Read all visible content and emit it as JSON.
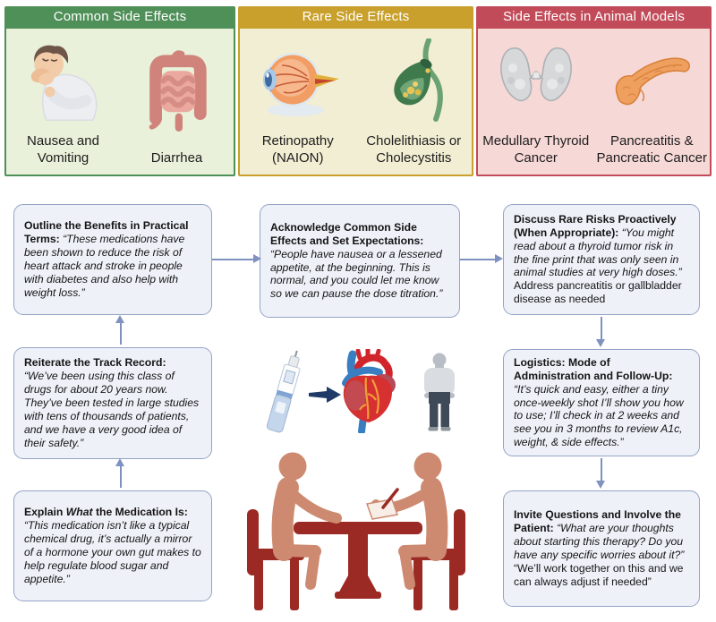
{
  "palette": {
    "common-header": "#4f8f58",
    "common-body": "#e9f1da",
    "rare-header": "#c8a02b",
    "rare-body": "#f2eed3",
    "animal-header": "#c24b59",
    "animal-body": "#f6d8d6",
    "flow-bg": "#eef1f8",
    "flow-border": "#94a3c6",
    "arrow": "#7e91bf",
    "figure-skin": "#cd8a71",
    "furniture-red": "#9b2a24",
    "illo-navy": "#1f3a68"
  },
  "panels": [
    {
      "title": "Common Side Effects",
      "items": [
        {
          "icon": "nausea-icon",
          "label": "Nausea and Vomiting"
        },
        {
          "icon": "intestine-icon",
          "label": "Diarrhea"
        }
      ]
    },
    {
      "title": "Rare Side Effects",
      "items": [
        {
          "icon": "eye-icon",
          "label": "Retinopathy (NAION)"
        },
        {
          "icon": "gallbladder-icon",
          "label": "Cholelithiasis or Cholecystitis"
        }
      ]
    },
    {
      "title": "Side Effects in Animal Models",
      "items": [
        {
          "icon": "thyroid-icon",
          "label": "Medullary Thyroid Cancer"
        },
        {
          "icon": "pancreas-icon",
          "label": "Pancreatitis & Pancreatic Cancer"
        }
      ]
    }
  ],
  "flow": {
    "outline_benefits": {
      "title": "Outline the Benefits in Practical Terms:",
      "quote": "“These medications have been shown to reduce the risk of heart attack and stroke in people with diabetes and also help with weight loss.”"
    },
    "acknowledge": {
      "title": "Acknowledge Common Side Effects and Set Expectations:",
      "quote": "“People have nausea or a lessened appetite, at the beginning. This is normal, and you could let me know so we can pause the dose titration.”"
    },
    "discuss_rare": {
      "title": "Discuss Rare Risks Proactively (When Appropriate):",
      "quote": "“You might read about a thyroid tumor risk in the fine print that was only seen in animal studies at very high doses.”",
      "suffix": "Address pancreatitis or gallbladder disease as needed"
    },
    "reiterate": {
      "title": "Reiterate the Track Record:",
      "quote": "“We’ve been using this class of drugs for about 20 years now. They’ve been tested in large studies with tens of thousands of patients, and we have a very good idea of their safety.”"
    },
    "logistics": {
      "title": "Logistics: Mode of Administration and Follow-Up:",
      "quote": "“It’s quick and easy, either a tiny once-weekly shot I’ll show you how to use; I’ll check in at 2 weeks and see you in 3 months to review A1c, weight, & side effects.”"
    },
    "explain_what": {
      "title_pre": "Explain",
      "title_italic": "What",
      "title_post": "the Medication Is:",
      "quote": "“This medication isn’t like a typical chemical drug, it’s actually a mirror of a hormone your own gut makes to help regulate blood sugar and appetite.”"
    },
    "invite": {
      "title": "Invite Questions and Involve the Patient:",
      "quote": "“What are your thoughts about starting this therapy? Do you have any specific worries about it?”",
      "suffix": "“We’ll work together on this and we can always adjust if needed”"
    }
  }
}
